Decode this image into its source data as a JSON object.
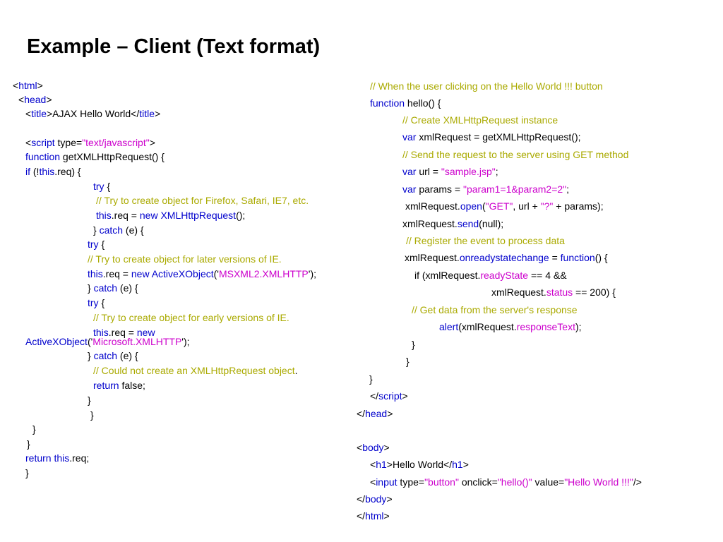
{
  "slide": {
    "title": "Example – Client (Text format)"
  },
  "colors": {
    "keyword": "#0000cc",
    "comment": "#aaaa00",
    "string": "#cc00cc",
    "text": "#000000"
  },
  "left_code": [
    [
      [
        "t",
        "<"
      ],
      [
        "k",
        "html"
      ],
      [
        "t",
        ">"
      ]
    ],
    [
      [
        "t",
        "<"
      ],
      [
        "k",
        "head"
      ],
      [
        "t",
        ">"
      ]
    ],
    [
      [
        "t",
        "<"
      ],
      [
        "k",
        "title"
      ],
      [
        "t",
        ">AJAX Hello World</"
      ],
      [
        "k",
        "title"
      ],
      [
        "t",
        ">"
      ]
    ],
    [
      [
        "t",
        "<"
      ],
      [
        "k",
        "script"
      ],
      [
        "t",
        " type="
      ],
      [
        "s",
        "\"text/javascript\""
      ],
      [
        "t",
        ">"
      ]
    ],
    [
      [
        "k",
        "function"
      ],
      [
        "t",
        " getXMLHttpRequest() {"
      ]
    ],
    [
      [
        "k",
        "if"
      ],
      [
        "t",
        " (!"
      ],
      [
        "k",
        "this"
      ],
      [
        "t",
        ".req) {"
      ]
    ],
    [
      [
        "k",
        "try"
      ],
      [
        "t",
        " {"
      ]
    ],
    [
      [
        "c",
        "// Try to create object for Firefox, Safari, IE7, etc."
      ]
    ],
    [
      [
        "k",
        "this"
      ],
      [
        "t",
        ".req = "
      ],
      [
        "k",
        "new XMLHttpRequest"
      ],
      [
        "t",
        "();"
      ]
    ],
    [
      [
        "t",
        "} "
      ],
      [
        "k",
        "catch"
      ],
      [
        "t",
        " (e) {"
      ]
    ],
    [
      [
        "k",
        "try"
      ],
      [
        "t",
        " {"
      ]
    ],
    [
      [
        "c",
        "// Try to create object for later versions of IE."
      ]
    ],
    [
      [
        "k",
        "this"
      ],
      [
        "t",
        ".req = "
      ],
      [
        "k",
        "new ActiveXObject"
      ],
      [
        "t",
        "('"
      ],
      [
        "s",
        "MSXML2.XMLHTTP"
      ],
      [
        "t",
        "');"
      ]
    ],
    [
      [
        "t",
        "} "
      ],
      [
        "k",
        "catch"
      ],
      [
        "t",
        " (e) {"
      ]
    ],
    [
      [
        "k",
        "try"
      ],
      [
        "t",
        " {"
      ]
    ],
    [
      [
        "c",
        "// Try to create object for early versions of IE."
      ]
    ],
    [
      [
        "k",
        "this"
      ],
      [
        "t",
        ".req = "
      ],
      [
        "k",
        "new"
      ]
    ],
    [
      [
        "k",
        "ActiveXObject"
      ],
      [
        "t",
        "('"
      ],
      [
        "s",
        "Microsoft.XMLHTTP"
      ],
      [
        "t",
        "');"
      ]
    ],
    [
      [
        "t",
        "} "
      ],
      [
        "k",
        "catch"
      ],
      [
        "t",
        " (e) {"
      ]
    ],
    [
      [
        "c",
        "// Could not create an XMLHttpRequest object"
      ],
      [
        "t",
        "."
      ]
    ],
    [
      [
        "k",
        "return"
      ],
      [
        "t",
        " false;"
      ]
    ],
    [
      [
        "t",
        "}"
      ]
    ],
    [
      [
        "t",
        "}"
      ]
    ],
    [
      [
        "t",
        "}"
      ]
    ],
    [
      [
        "t",
        "}"
      ]
    ],
    [
      [
        "k",
        "return this"
      ],
      [
        "t",
        ".req;"
      ]
    ],
    [
      [
        "t",
        "}"
      ]
    ]
  ],
  "right_code": [
    [
      [
        "c",
        "// When the user clicking on the Hello World !!! button"
      ]
    ],
    [
      [
        "k",
        "function"
      ],
      [
        "t",
        " hello() {"
      ]
    ],
    [
      [
        "c",
        "// Create XMLHttpRequest instance"
      ]
    ],
    [
      [
        "k",
        "var"
      ],
      [
        "t",
        " xmlRequest = getXMLHttpRequest();"
      ]
    ],
    [
      [
        "c",
        "// Send the request to the server using GET method"
      ]
    ],
    [
      [
        "k",
        "var"
      ],
      [
        "t",
        " url = "
      ],
      [
        "s",
        "\"sample.jsp\""
      ],
      [
        "t",
        ";"
      ]
    ],
    [
      [
        "k",
        "var"
      ],
      [
        "t",
        " params = "
      ],
      [
        "s",
        "\"param1=1&param2=2\""
      ],
      [
        "t",
        ";"
      ]
    ],
    [
      [
        "t",
        "xmlRequest."
      ],
      [
        "k",
        "open"
      ],
      [
        "t",
        "("
      ],
      [
        "s",
        "\"GET\""
      ],
      [
        "t",
        ", url + "
      ],
      [
        "s",
        "\"?\""
      ],
      [
        "t",
        " + params);"
      ]
    ],
    [
      [
        "t",
        "xmlRequest."
      ],
      [
        "k",
        "send"
      ],
      [
        "t",
        "(null);"
      ]
    ],
    [
      [
        "c",
        "// Register the event to process data"
      ]
    ],
    [
      [
        "t",
        "xmlRequest."
      ],
      [
        "k",
        "onreadystatechange"
      ],
      [
        "t",
        " = "
      ],
      [
        "k",
        "function"
      ],
      [
        "t",
        "() {"
      ]
    ],
    [
      [
        "t",
        "if (xmlRequest."
      ],
      [
        "s",
        "readyState"
      ],
      [
        "t",
        " == 4 &&"
      ]
    ],
    [
      [
        "t",
        "xmlRequest."
      ],
      [
        "s",
        "status"
      ],
      [
        "t",
        " == 200) {"
      ]
    ],
    [
      [
        "c",
        "// Get data from the server's response"
      ]
    ],
    [
      [
        "k",
        "alert"
      ],
      [
        "t",
        "(xmlRequest."
      ],
      [
        "s",
        "responseText"
      ],
      [
        "t",
        ");"
      ]
    ],
    [
      [
        "t",
        "}"
      ]
    ],
    [
      [
        "t",
        "}"
      ]
    ],
    [
      [
        "t",
        "}"
      ]
    ],
    [
      [
        "t",
        "</"
      ],
      [
        "k",
        "script"
      ],
      [
        "t",
        ">"
      ]
    ],
    [
      [
        "t",
        "</"
      ],
      [
        "k",
        "head"
      ],
      [
        "t",
        ">"
      ]
    ],
    [
      [
        "t",
        "<"
      ],
      [
        "k",
        "body"
      ],
      [
        "t",
        ">"
      ]
    ],
    [
      [
        "t",
        "<"
      ],
      [
        "k",
        "h1"
      ],
      [
        "t",
        ">Hello World</"
      ],
      [
        "k",
        "h1"
      ],
      [
        "t",
        ">"
      ]
    ],
    [
      [
        "t",
        "<"
      ],
      [
        "k",
        "input"
      ],
      [
        "t",
        " type="
      ],
      [
        "s",
        "\"button\""
      ],
      [
        "t",
        " onclick="
      ],
      [
        "s",
        "\"hello()\""
      ],
      [
        "t",
        " value="
      ],
      [
        "s",
        "\"Hello World !!!\""
      ],
      [
        "t",
        "/>"
      ]
    ],
    [
      [
        "t",
        "</"
      ],
      [
        "k",
        "body"
      ],
      [
        "t",
        ">"
      ]
    ],
    [
      [
        "t",
        "</"
      ],
      [
        "k",
        "html"
      ],
      [
        "t",
        ">"
      ]
    ]
  ]
}
